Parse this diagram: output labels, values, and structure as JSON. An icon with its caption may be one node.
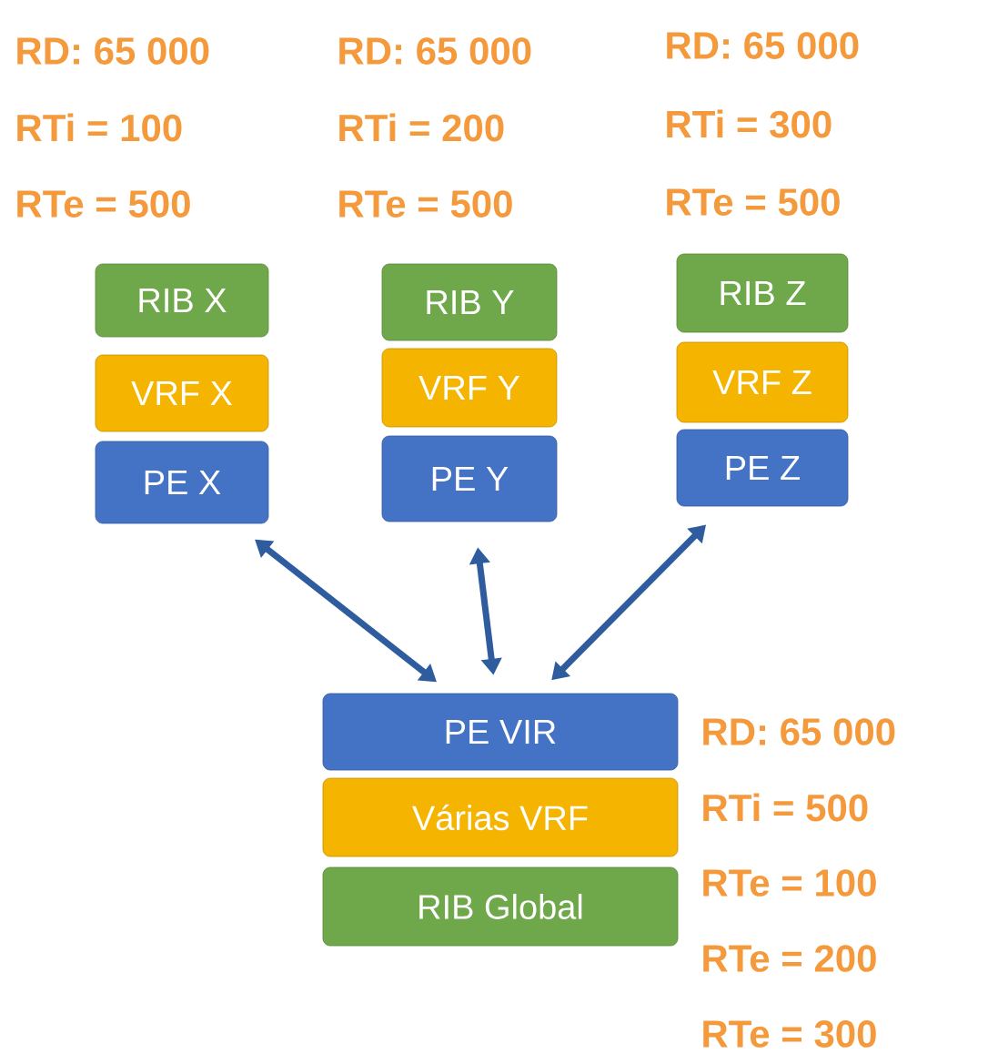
{
  "diagram": {
    "nodes": [
      {
        "text": [
          "RIB X"
        ],
        "beside": [
          "RD: 65 000",
          "RTi = 100",
          "RTe = 500"
        ]
      },
      {
        "text": [
          "VRF X"
        ]
      },
      {
        "text": [
          "PE X"
        ]
      },
      {
        "text": [
          "RIB Y"
        ],
        "beside": [
          "RD: 65 000",
          "RTi = 200",
          "RTe = 500"
        ]
      },
      {
        "text": [
          "VRF Y"
        ]
      },
      {
        "text": [
          "PE Y"
        ]
      },
      {
        "text": [
          "RIB Z"
        ],
        "beside": [
          "RD: 65 000",
          "RTi = 300",
          "RTe = 500"
        ]
      },
      {
        "text": [
          "VRF Z"
        ]
      },
      {
        "text": [
          "PE Z"
        ]
      },
      {
        "text": [
          "PE VIR"
        ],
        "beside": [
          "RD: 65 000",
          "RTi = 500",
          "RTe = 100",
          "RTe = 200",
          "RTe = 300"
        ]
      },
      {
        "text": [
          "Várias VRF"
        ]
      },
      {
        "text": [
          "RIB Global"
        ]
      }
    ],
    "edges": [
      {
        "from": 2,
        "to": 9,
        "arrow": "both"
      },
      {
        "from": 5,
        "to": 9,
        "arrow": "both"
      },
      {
        "from": 8,
        "to": 9,
        "arrow": "both"
      }
    ]
  }
}
